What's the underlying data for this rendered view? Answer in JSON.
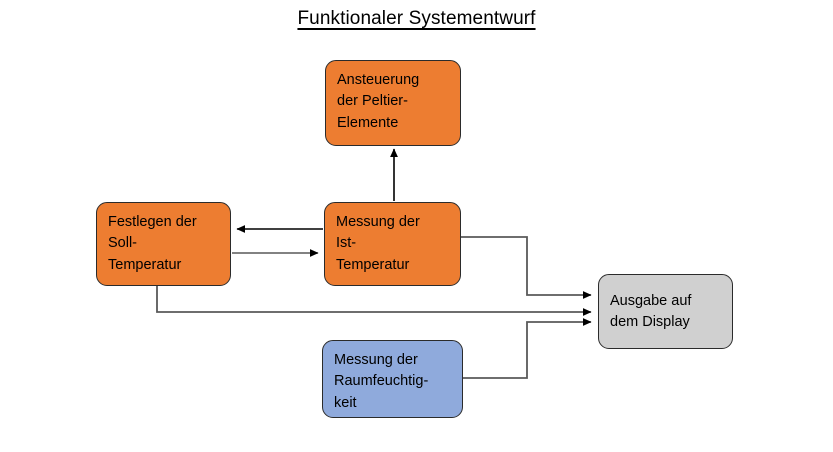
{
  "title": {
    "text": "Funktionaler Systementwurf"
  },
  "colors": {
    "orange": "#ED7D31",
    "blue": "#8FAADC",
    "gray": "#D0D0D0",
    "border": "#2b2b2b",
    "connector": "#595959",
    "connector_dark": "#000000",
    "background": "#FFFFFF",
    "text": "#000000"
  },
  "nodes": [
    {
      "id": "peltier",
      "label": "Ansteuerung\nder Peltier-\nElemente",
      "color": "orange"
    },
    {
      "id": "soll",
      "label": "Festlegen der\nSoll-\nTemperatur",
      "color": "orange"
    },
    {
      "id": "ist",
      "label": "Messung der\nIst-\nTemperatur",
      "color": "orange"
    },
    {
      "id": "feuchte",
      "label": "Messung der\nRaumfeuchtig-\nkeit",
      "color": "blue"
    },
    {
      "id": "display",
      "label": "Ausgabe auf\ndem Display",
      "color": "gray"
    }
  ],
  "connections": [
    {
      "id": "ist-to-peltier",
      "from": "ist",
      "to": "peltier",
      "direction": "up"
    },
    {
      "id": "ist-to-soll",
      "from": "ist",
      "to": "soll",
      "direction": "left"
    },
    {
      "id": "soll-to-ist",
      "from": "soll",
      "to": "ist",
      "direction": "right"
    },
    {
      "id": "ist-to-display",
      "from": "ist",
      "to": "display",
      "direction": "right"
    },
    {
      "id": "soll-to-display",
      "from": "soll",
      "to": "display",
      "direction": "right"
    },
    {
      "id": "feuchte-to-display",
      "from": "feuchte",
      "to": "display",
      "direction": "right"
    }
  ]
}
